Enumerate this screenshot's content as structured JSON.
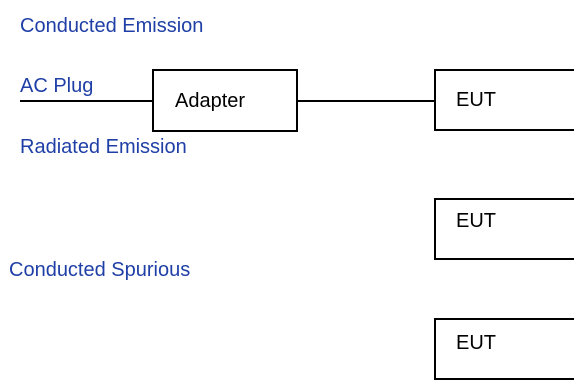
{
  "colors": {
    "section_label": "#1f3fa6",
    "box_border": "#000000",
    "box_text": "#000000",
    "connector": "#000000"
  },
  "sections": {
    "conducted_emission": "Conducted Emission",
    "radiated_emission": "Radiated Emission",
    "conducted_spurious": "Conducted Spurious"
  },
  "ac_plug": {
    "label": "AC Plug"
  },
  "adapter": {
    "label": "Adapter"
  },
  "eut": [
    {
      "label": "EUT"
    },
    {
      "label": "EUT"
    },
    {
      "label": "EUT"
    }
  ]
}
